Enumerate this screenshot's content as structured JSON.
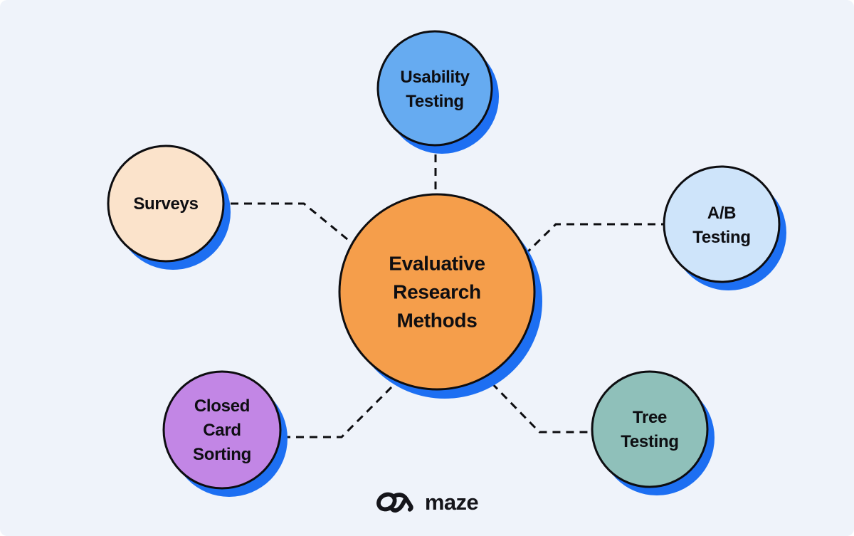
{
  "theme": {
    "background": "#EFF3FA",
    "outline": "#0D0D10",
    "shadow": "#1D6FF2",
    "connector": "#0D0D10",
    "text": "#0E0E12"
  },
  "nodes": {
    "center": {
      "label": "Evaluative\nResearch\nMethods",
      "color": "#F59E4B"
    },
    "usability": {
      "label": "Usability\nTesting",
      "color": "#66ABF1"
    },
    "surveys": {
      "label": "Surveys",
      "color": "#FBE3CB"
    },
    "ab_testing": {
      "label": "A/B\nTesting",
      "color": "#CEE4FA"
    },
    "closed_card": {
      "label": "Closed\nCard\nSorting",
      "color": "#C286E5"
    },
    "tree_testing": {
      "label": "Tree\nTesting",
      "color": "#8FC0BA"
    }
  },
  "footer": {
    "brand": "maze",
    "logo_icon": "maze-logo-icon"
  }
}
